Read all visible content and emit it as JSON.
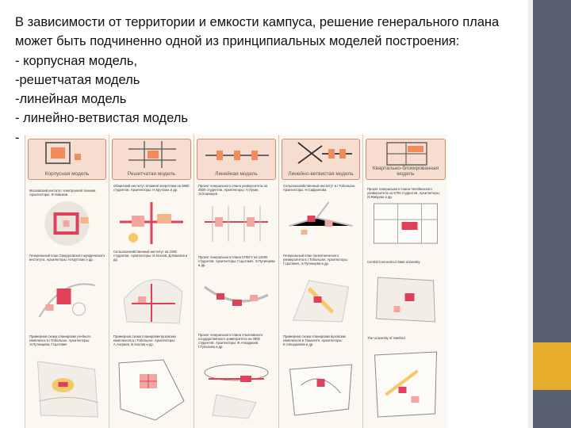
{
  "text": {
    "intro": "В зависимости от территории и емкости кампуса, решение генерального плана может быть подчиненно одной из принципиальных моделей построения:",
    "items": [
      "- корпусная модель,",
      "-решетчатая модель",
      "-линейная модель",
      "- линейно-ветвистая модель",
      "-"
    ]
  },
  "figure": {
    "columns": [
      {
        "header": "Корпусная модель",
        "captions": [
          "Московский институт электронной техники. Архитекторы: Ф.Новиков",
          "Генеральный план Свердловского юридического института. Архитекторы: Н.Крутских и др.",
          "Примерная схема планировки учебного комплекса в г.Тобольске. Архитекторы: Э.Путинцева, Г.Цытович"
        ]
      },
      {
        "header": "Решетчатая модель",
        "captions": [
          "Обнинский институт атомной энергетики на 3600 студентов. Архитекторы: Н.Крутских и др.",
          "Сельскохозяйственный институт на 2280 студентов. Архитекторы: И.Козлов, Д.Ковалев и др.",
          "Примерная схема планировки вузовских комплексов в г.Тобольске. Архитекторы: А.Анграев, В.Хохлов и др."
        ]
      },
      {
        "header": "Линейная модель",
        "captions": [
          "Проект генерального плана университета на 4500 студентов. Архитекторы: Н.Лукин, Э.Османцев",
          "Проект генерального плана СПБГУ на 12000 студентов. Архитекторы: Г.Цытович, Э.Путинцева и др.",
          "Проект генерального плана Ульяновского государственного университета на 3600 студентов. Архитекторы: Ф.Апходжаев, Г.Гупалова и др."
        ]
      },
      {
        "header": "Линейно-ветвистая модель",
        "captions": [
          "Сельскохозяйственный институт в г.Тобольске. Архитекторы: Н.Сафронова",
          "Генеральный план полиэтнического университета в г.Тобольске. Архитекторы: Г.Цытович, Э.Путинцева и др.",
          "Примерная схема планировки вузовских комплексов в Ташкенте. Архитекторы: Е.Апходжаева и др."
        ]
      },
      {
        "header": "Квартально-блокированная модель",
        "captions": [
          "Проект генерального плана Челябинского университета на 5700 студентов. Архитекторы: И.Живухин и др.",
          "Central Connecticut State university",
          "The University of Hartford"
        ]
      }
    ]
  }
}
